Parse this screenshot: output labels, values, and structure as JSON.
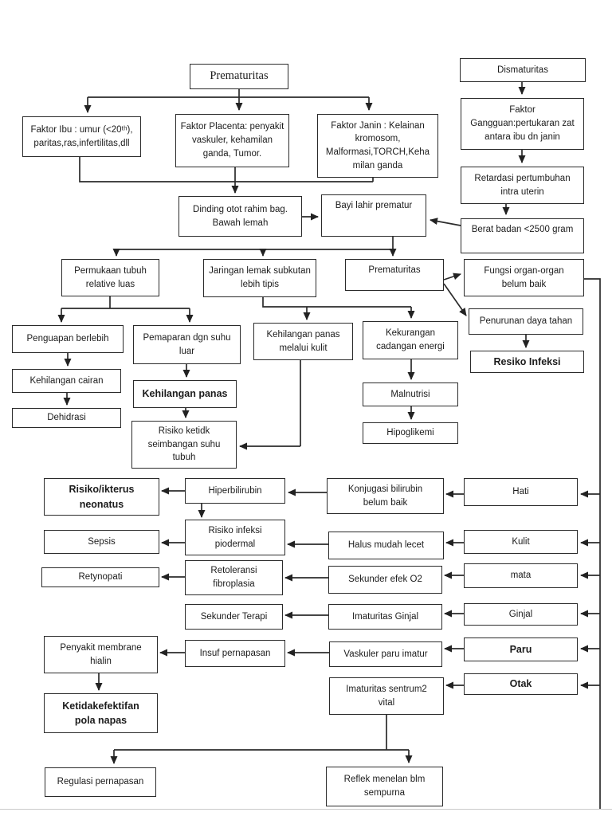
{
  "diagram": {
    "type": "flowchart",
    "language": "Indonesian",
    "colors": {
      "line": "#2b2b2b",
      "box_border": "#2b2b2b",
      "background": "#ffffff",
      "text": "#1c1c1c"
    }
  },
  "nodes": {
    "prematuritas_top": {
      "label": "Prematuritas"
    },
    "dismaturitas": {
      "label": "Dismaturitas"
    },
    "faktor_ibu": {
      "label": "Faktor Ibu : umur (<20ᵗʰ),\nparitas,ras,infertilitas,dll"
    },
    "faktor_placenta": {
      "label": "Faktor Placenta: penyakit\nvaskuler, kehamilan\nganda, Tumor."
    },
    "faktor_janin": {
      "label": "Faktor Janin : Kelainan\nkromosom,\nMalformasi,TORCH,Keha\nmilan ganda"
    },
    "faktor_gangguan": {
      "label": "Faktor\nGangguan:pertukaran zat\nantara ibu dn janin"
    },
    "retardasi": {
      "label": "Retardasi pertumbuhan\nintra uterin"
    },
    "dinding": {
      "label": "Dinding otot rahim bag.\nBawah lemah"
    },
    "bayi_lahir": {
      "label": "Bayi lahir prematur"
    },
    "berat_badan": {
      "label": "Berat badan <2500 gram"
    },
    "permukaan": {
      "label": "Permukaan tubuh\nrelative luas"
    },
    "jaringan": {
      "label": "Jaringan lemak subkutan\nlebih tipis"
    },
    "prematuritas2": {
      "label": "Prematuritas"
    },
    "fungsi_organ": {
      "label": "Fungsi organ-organ\nbelum baik"
    },
    "penguapan": {
      "label": "Penguapan berlebih"
    },
    "pemaparan": {
      "label": "Pemaparan dgn suhu\nluar"
    },
    "kehilangan_panas_kulit": {
      "label": "Kehilangan panas\nmelalui kulit"
    },
    "kekurangan": {
      "label": "Kekurangan\ncadangan energi"
    },
    "penurunan": {
      "label": "Penurunan daya tahan"
    },
    "resiko_infeksi": {
      "label": "Resiko Infeksi"
    },
    "kehilangan_cairan": {
      "label": "Kehilangan cairan"
    },
    "kehilangan_panas": {
      "label": "Kehilangan panas"
    },
    "malnutrisi": {
      "label": "Malnutrisi"
    },
    "dehidrasi": {
      "label": "Dehidrasi"
    },
    "risiko_ketidk": {
      "label": "Risiko ketidk\nseimbangan suhu\ntubuh"
    },
    "hipoglikemi": {
      "label": "Hipoglikemi"
    },
    "risiko_ikterus": {
      "label": "Risiko/ikterus\nneonatus"
    },
    "hiperbilirubin": {
      "label": "Hiperbilirubin"
    },
    "konjugasi": {
      "label": "Konjugasi bilirubin\nbelum baik"
    },
    "hati": {
      "label": "Hati"
    },
    "sepsis": {
      "label": "Sepsis"
    },
    "risiko_piodermal": {
      "label": "Risiko infeksi\npiodermal"
    },
    "halus": {
      "label": "Halus mudah lecet"
    },
    "kulit": {
      "label": "Kulit"
    },
    "retynopati": {
      "label": "Retynopati"
    },
    "retoleransi": {
      "label": "Retoleransi\nfibroplasia"
    },
    "sekunder_o2": {
      "label": "Sekunder efek O2"
    },
    "mata": {
      "label": "mata"
    },
    "sekunder_terapi": {
      "label": "Sekunder Terapi"
    },
    "imaturitas_ginjal": {
      "label": "Imaturitas Ginjal"
    },
    "ginjal": {
      "label": "Ginjal"
    },
    "penyakit_membrane": {
      "label": "Penyakit membrane\nhialin"
    },
    "insuf": {
      "label": "Insuf pernapasan"
    },
    "vaskuler": {
      "label": "Vaskuler paru imatur"
    },
    "paru": {
      "label": "Paru"
    },
    "imaturitas_sentrum": {
      "label": "Imaturitas sentrum2\nvital"
    },
    "otak": {
      "label": "Otak"
    },
    "ketidakefektifan": {
      "label": "Ketidakefektifan\npola napas"
    },
    "regulasi": {
      "label": "Regulasi pernapasan"
    },
    "reflek": {
      "label": "Reflek menelan blm\nsempurna"
    }
  },
  "edges": [
    {
      "from": "prematuritas_top",
      "to": "faktor_ibu"
    },
    {
      "from": "prematuritas_top",
      "to": "faktor_placenta"
    },
    {
      "from": "prematuritas_top",
      "to": "faktor_janin"
    },
    {
      "from": "dismaturitas",
      "to": "faktor_gangguan"
    },
    {
      "from": "faktor_gangguan",
      "to": "retardasi"
    },
    {
      "from": "retardasi",
      "to": "berat_badan"
    },
    {
      "from": "berat_badan",
      "to": "bayi_lahir"
    },
    {
      "from": "faktor_ibu",
      "to": "dinding"
    },
    {
      "from": "faktor_placenta",
      "to": "dinding"
    },
    {
      "from": "faktor_janin",
      "to": "dinding"
    },
    {
      "from": "dinding",
      "to": "bayi_lahir"
    },
    {
      "from": "bayi_lahir",
      "to": "permukaan"
    },
    {
      "from": "bayi_lahir",
      "to": "jaringan"
    },
    {
      "from": "bayi_lahir",
      "to": "prematuritas2"
    },
    {
      "from": "permukaan",
      "to": "penguapan"
    },
    {
      "from": "permukaan",
      "to": "pemaparan"
    },
    {
      "from": "jaringan",
      "to": "kehilangan_panas_kulit"
    },
    {
      "from": "jaringan",
      "to": "kekurangan"
    },
    {
      "from": "prematuritas2",
      "to": "fungsi_organ"
    },
    {
      "from": "prematuritas2",
      "to": "penurunan"
    },
    {
      "from": "penguapan",
      "to": "kehilangan_cairan"
    },
    {
      "from": "kehilangan_cairan",
      "to": "dehidrasi"
    },
    {
      "from": "pemaparan",
      "to": "kehilangan_panas"
    },
    {
      "from": "kehilangan_panas",
      "to": "risiko_ketidk"
    },
    {
      "from": "kehilangan_panas_kulit",
      "to": "risiko_ketidk"
    },
    {
      "from": "kekurangan",
      "to": "malnutrisi"
    },
    {
      "from": "malnutrisi",
      "to": "hipoglikemi"
    },
    {
      "from": "penurunan",
      "to": "resiko_infeksi"
    },
    {
      "from": "fungsi_organ",
      "to": "hati"
    },
    {
      "from": "fungsi_organ",
      "to": "kulit"
    },
    {
      "from": "fungsi_organ",
      "to": "mata"
    },
    {
      "from": "fungsi_organ",
      "to": "ginjal"
    },
    {
      "from": "fungsi_organ",
      "to": "paru"
    },
    {
      "from": "fungsi_organ",
      "to": "otak"
    },
    {
      "from": "hati",
      "to": "konjugasi"
    },
    {
      "from": "konjugasi",
      "to": "hiperbilirubin"
    },
    {
      "from": "hiperbilirubin",
      "to": "risiko_ikterus"
    },
    {
      "from": "hiperbilirubin",
      "to": "risiko_piodermal"
    },
    {
      "from": "kulit",
      "to": "halus"
    },
    {
      "from": "halus",
      "to": "risiko_piodermal"
    },
    {
      "from": "risiko_piodermal",
      "to": "sepsis"
    },
    {
      "from": "mata",
      "to": "sekunder_o2"
    },
    {
      "from": "sekunder_o2",
      "to": "retoleransi"
    },
    {
      "from": "retoleransi",
      "to": "retynopati"
    },
    {
      "from": "ginjal",
      "to": "imaturitas_ginjal"
    },
    {
      "from": "imaturitas_ginjal",
      "to": "sekunder_terapi"
    },
    {
      "from": "paru",
      "to": "vaskuler"
    },
    {
      "from": "vaskuler",
      "to": "insuf"
    },
    {
      "from": "insuf",
      "to": "penyakit_membrane"
    },
    {
      "from": "penyakit_membrane",
      "to": "ketidakefektifan"
    },
    {
      "from": "otak",
      "to": "imaturitas_sentrum"
    },
    {
      "from": "imaturitas_sentrum",
      "to": "regulasi"
    },
    {
      "from": "imaturitas_sentrum",
      "to": "reflek"
    }
  ]
}
